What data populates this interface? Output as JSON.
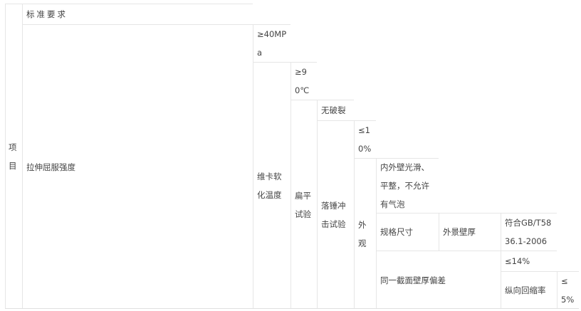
{
  "table": {
    "item_label": "项目",
    "standard_header": "标准要求",
    "tensile_yield_strength": "拉伸屈服强度",
    "tensile_value": "≥40MPa",
    "vicat_softening_temp": "维卡软化温度",
    "vicat_value": "≥90℃",
    "flattening_test": "扁平试验",
    "flattening_value": "无破裂",
    "drop_hammer_test": "落锤冲击试验",
    "drop_hammer_value": "≤10%",
    "appearance": "外观",
    "appearance_value": "内外壁光滑、平整，不允许有气泡",
    "spec_size": "规格尺寸",
    "outer_wall_thickness": "外景壁厚",
    "spec_value": "符合GB/T5836.1-2006",
    "same_section_wall_deviation": "同一截面壁厚偏差",
    "deviation_value": "≤14%",
    "longitudinal_shrinkage": "纵向回缩率",
    "shrinkage_value": "≤5%"
  }
}
